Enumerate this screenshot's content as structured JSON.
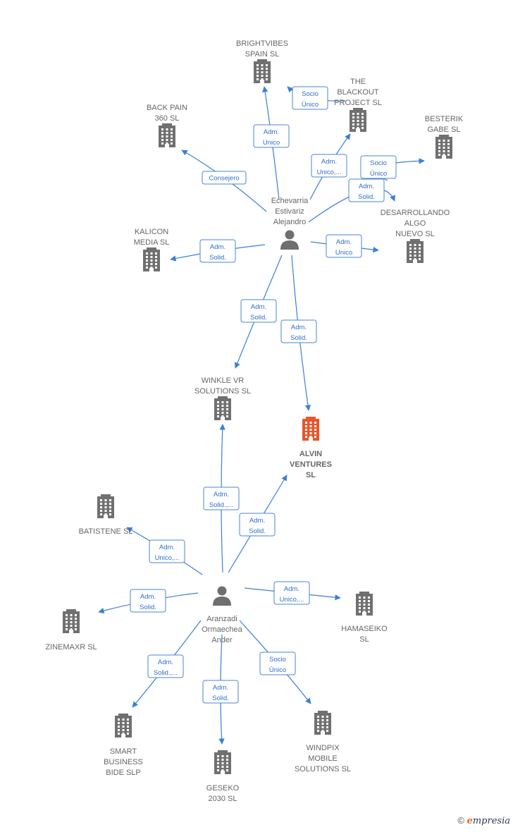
{
  "colors": {
    "edge": "#3a7fd5",
    "building": "#707070",
    "focus": "#e8562b",
    "person": "#6f6f6f"
  },
  "people": [
    {
      "id": "p1",
      "lines": [
        "Echevarria",
        "Estivariz",
        "Alejandro"
      ]
    },
    {
      "id": "p2",
      "lines": [
        "Aranzadi",
        "Ormaechea",
        "Ander"
      ]
    }
  ],
  "companies": [
    {
      "id": "brightvibes",
      "lines": [
        "BRIGHTVIBES",
        "SPAIN  SL"
      ]
    },
    {
      "id": "blackout",
      "lines": [
        "THE",
        "BLACKOUT",
        "PROJECT SL"
      ]
    },
    {
      "id": "besterik",
      "lines": [
        "BESTERIK",
        "GABE SL"
      ]
    },
    {
      "id": "backpain",
      "lines": [
        "BACK PAIN",
        "360  SL"
      ]
    },
    {
      "id": "desarrollando",
      "lines": [
        "DESARROLLANDO",
        "ALGO",
        "NUEVO  SL"
      ]
    },
    {
      "id": "kalicon",
      "lines": [
        "KALICON",
        "MEDIA  SL"
      ]
    },
    {
      "id": "unnamed",
      "lines": []
    },
    {
      "id": "winkle",
      "lines": [
        "WINKLE VR",
        "SOLUTIONS  SL"
      ]
    },
    {
      "id": "alvin",
      "lines": [
        "ALVIN",
        "VENTURES",
        "SL"
      ],
      "focus": true
    },
    {
      "id": "batistene",
      "lines": [
        "BATISTENE SL"
      ]
    },
    {
      "id": "zinemaxr",
      "lines": [
        "ZINEMAXR  SL"
      ]
    },
    {
      "id": "hamaseiko",
      "lines": [
        "HAMASEIKO",
        "SL"
      ]
    },
    {
      "id": "smart",
      "lines": [
        "SMART",
        "BUSINESS",
        "BIDE  SLP"
      ]
    },
    {
      "id": "geseko",
      "lines": [
        "GESEKO",
        "2030  SL"
      ]
    },
    {
      "id": "windpix",
      "lines": [
        "WINDPIX",
        "MOBILE",
        "SOLUTIONS  SL"
      ]
    }
  ],
  "relations": [
    {
      "from": "p1",
      "to": "brightvibes",
      "lines": [
        "Adm.",
        "Unico"
      ]
    },
    {
      "from": "p1",
      "to": "blackout",
      "lines": [
        "Adm.",
        "Unico,..."
      ]
    },
    {
      "from": "blackout",
      "to": "brightvibes",
      "lines": [
        "Socio",
        "Único"
      ]
    },
    {
      "from": "blackout",
      "to": "besterik",
      "lines": [
        "Socio",
        "Único"
      ]
    },
    {
      "from": "p1",
      "to": "desarrollando",
      "lines": [
        "Adm.",
        "Solid."
      ]
    },
    {
      "from": "p1",
      "to": "backpain",
      "lines": [
        "Consejero"
      ]
    },
    {
      "from": "p1",
      "to": "kalicon",
      "lines": [
        "Adm.",
        "Solid."
      ]
    },
    {
      "from": "p1",
      "to": "unnamed",
      "lines": [
        "Adm.",
        "Unico"
      ]
    },
    {
      "from": "p1",
      "to": "winkle",
      "lines": [
        "Adm.",
        "Solid."
      ]
    },
    {
      "from": "p1",
      "to": "alvin",
      "lines": [
        "Adm.",
        "Solid."
      ]
    },
    {
      "from": "p2",
      "to": "winkle",
      "lines": [
        "Adm.",
        "Solid.,..."
      ]
    },
    {
      "from": "p2",
      "to": "alvin",
      "lines": [
        "Adm.",
        "Solid."
      ]
    },
    {
      "from": "p2",
      "to": "batistene",
      "lines": [
        "Adm.",
        "Unico,..."
      ]
    },
    {
      "from": "p2",
      "to": "zinemaxr",
      "lines": [
        "Adm.",
        "Solid."
      ]
    },
    {
      "from": "p2",
      "to": "hamaseiko",
      "lines": [
        "Adm.",
        "Unico,..."
      ]
    },
    {
      "from": "p2",
      "to": "smart",
      "lines": [
        "Adm.",
        "Solid.,..."
      ]
    },
    {
      "from": "p2",
      "to": "geseko",
      "lines": [
        "Adm.",
        "Solid."
      ]
    },
    {
      "from": "p2",
      "to": "windpix",
      "lines": [
        "Socio",
        "Único"
      ]
    }
  ],
  "footer": {
    "symbol": "©",
    "brand_first": "e",
    "brand_rest": "mpresia"
  }
}
